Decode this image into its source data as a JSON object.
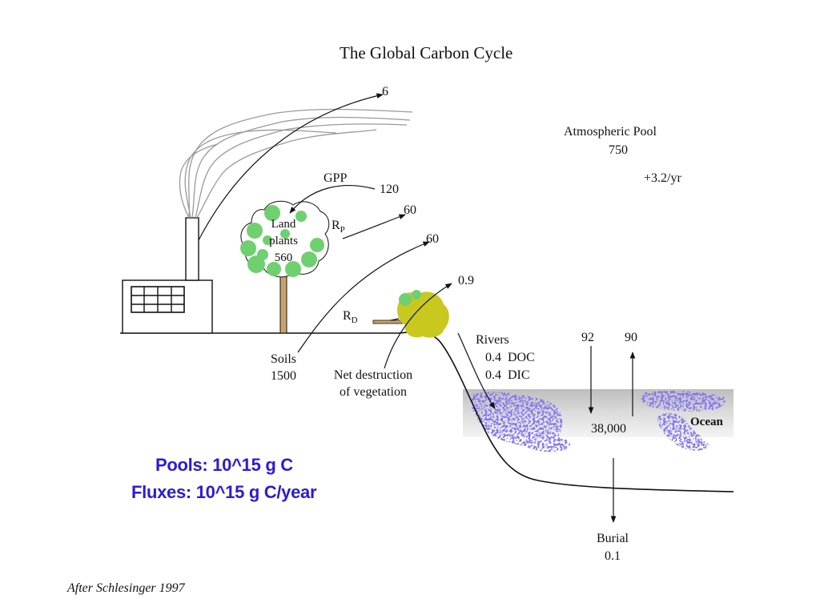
{
  "diagram": {
    "title": "The Global Carbon Cycle",
    "fossil_flux": "6",
    "atmosphere": {
      "label": "Atmospheric Pool",
      "value": "750",
      "change": "+3.2/yr"
    },
    "gpp": {
      "label": "GPP",
      "value": "120"
    },
    "rp": {
      "label_main": "R",
      "label_sub": "P",
      "value": "60"
    },
    "rd": {
      "label_main": "R",
      "label_sub": "D",
      "value": "60"
    },
    "land_plants": {
      "line1": "Land",
      "line2": "plants",
      "value": "560"
    },
    "vegetation_loss": {
      "value": "0.9",
      "line1": "Net destruction",
      "line2": "of vegetation"
    },
    "soils": {
      "label": "Soils",
      "value": "1500"
    },
    "rivers": {
      "label": "Rivers",
      "doc": "0.4  DOC",
      "dic": "0.4  DIC"
    },
    "ocean_exchange": {
      "down": "92",
      "up": "90"
    },
    "ocean": {
      "label": "Ocean",
      "value": "38,000"
    },
    "burial": {
      "label": "Burial",
      "value": "0.1"
    }
  },
  "units": {
    "pools": "Pools: 10^15 g C",
    "fluxes": "Fluxes: 10^15 g C/year"
  },
  "credit": "After Schlesinger 1997",
  "colors": {
    "units_text": "#2a1bd6",
    "ocean_speckle": "#3c2fe0",
    "ocean_band": "#c9c9c9",
    "tree_foliage": "#6fd06f",
    "shrub_yellow": "#c8c81e",
    "smoke": "#9a9a9a"
  }
}
